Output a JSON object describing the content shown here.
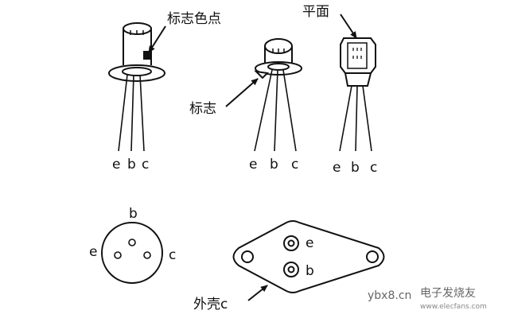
{
  "labels": {
    "color_dot": "标志色点",
    "flat_face": "平面",
    "marker": "标志",
    "shell_c": "外壳c"
  },
  "pins": {
    "e": "e",
    "b": "b",
    "c": "c"
  },
  "watermark": {
    "site": "ybx8.cn",
    "brand": "电子发烧友",
    "url": "www.elecfans.com"
  },
  "colors": {
    "ink": "#111111",
    "watermark": "#666666"
  }
}
